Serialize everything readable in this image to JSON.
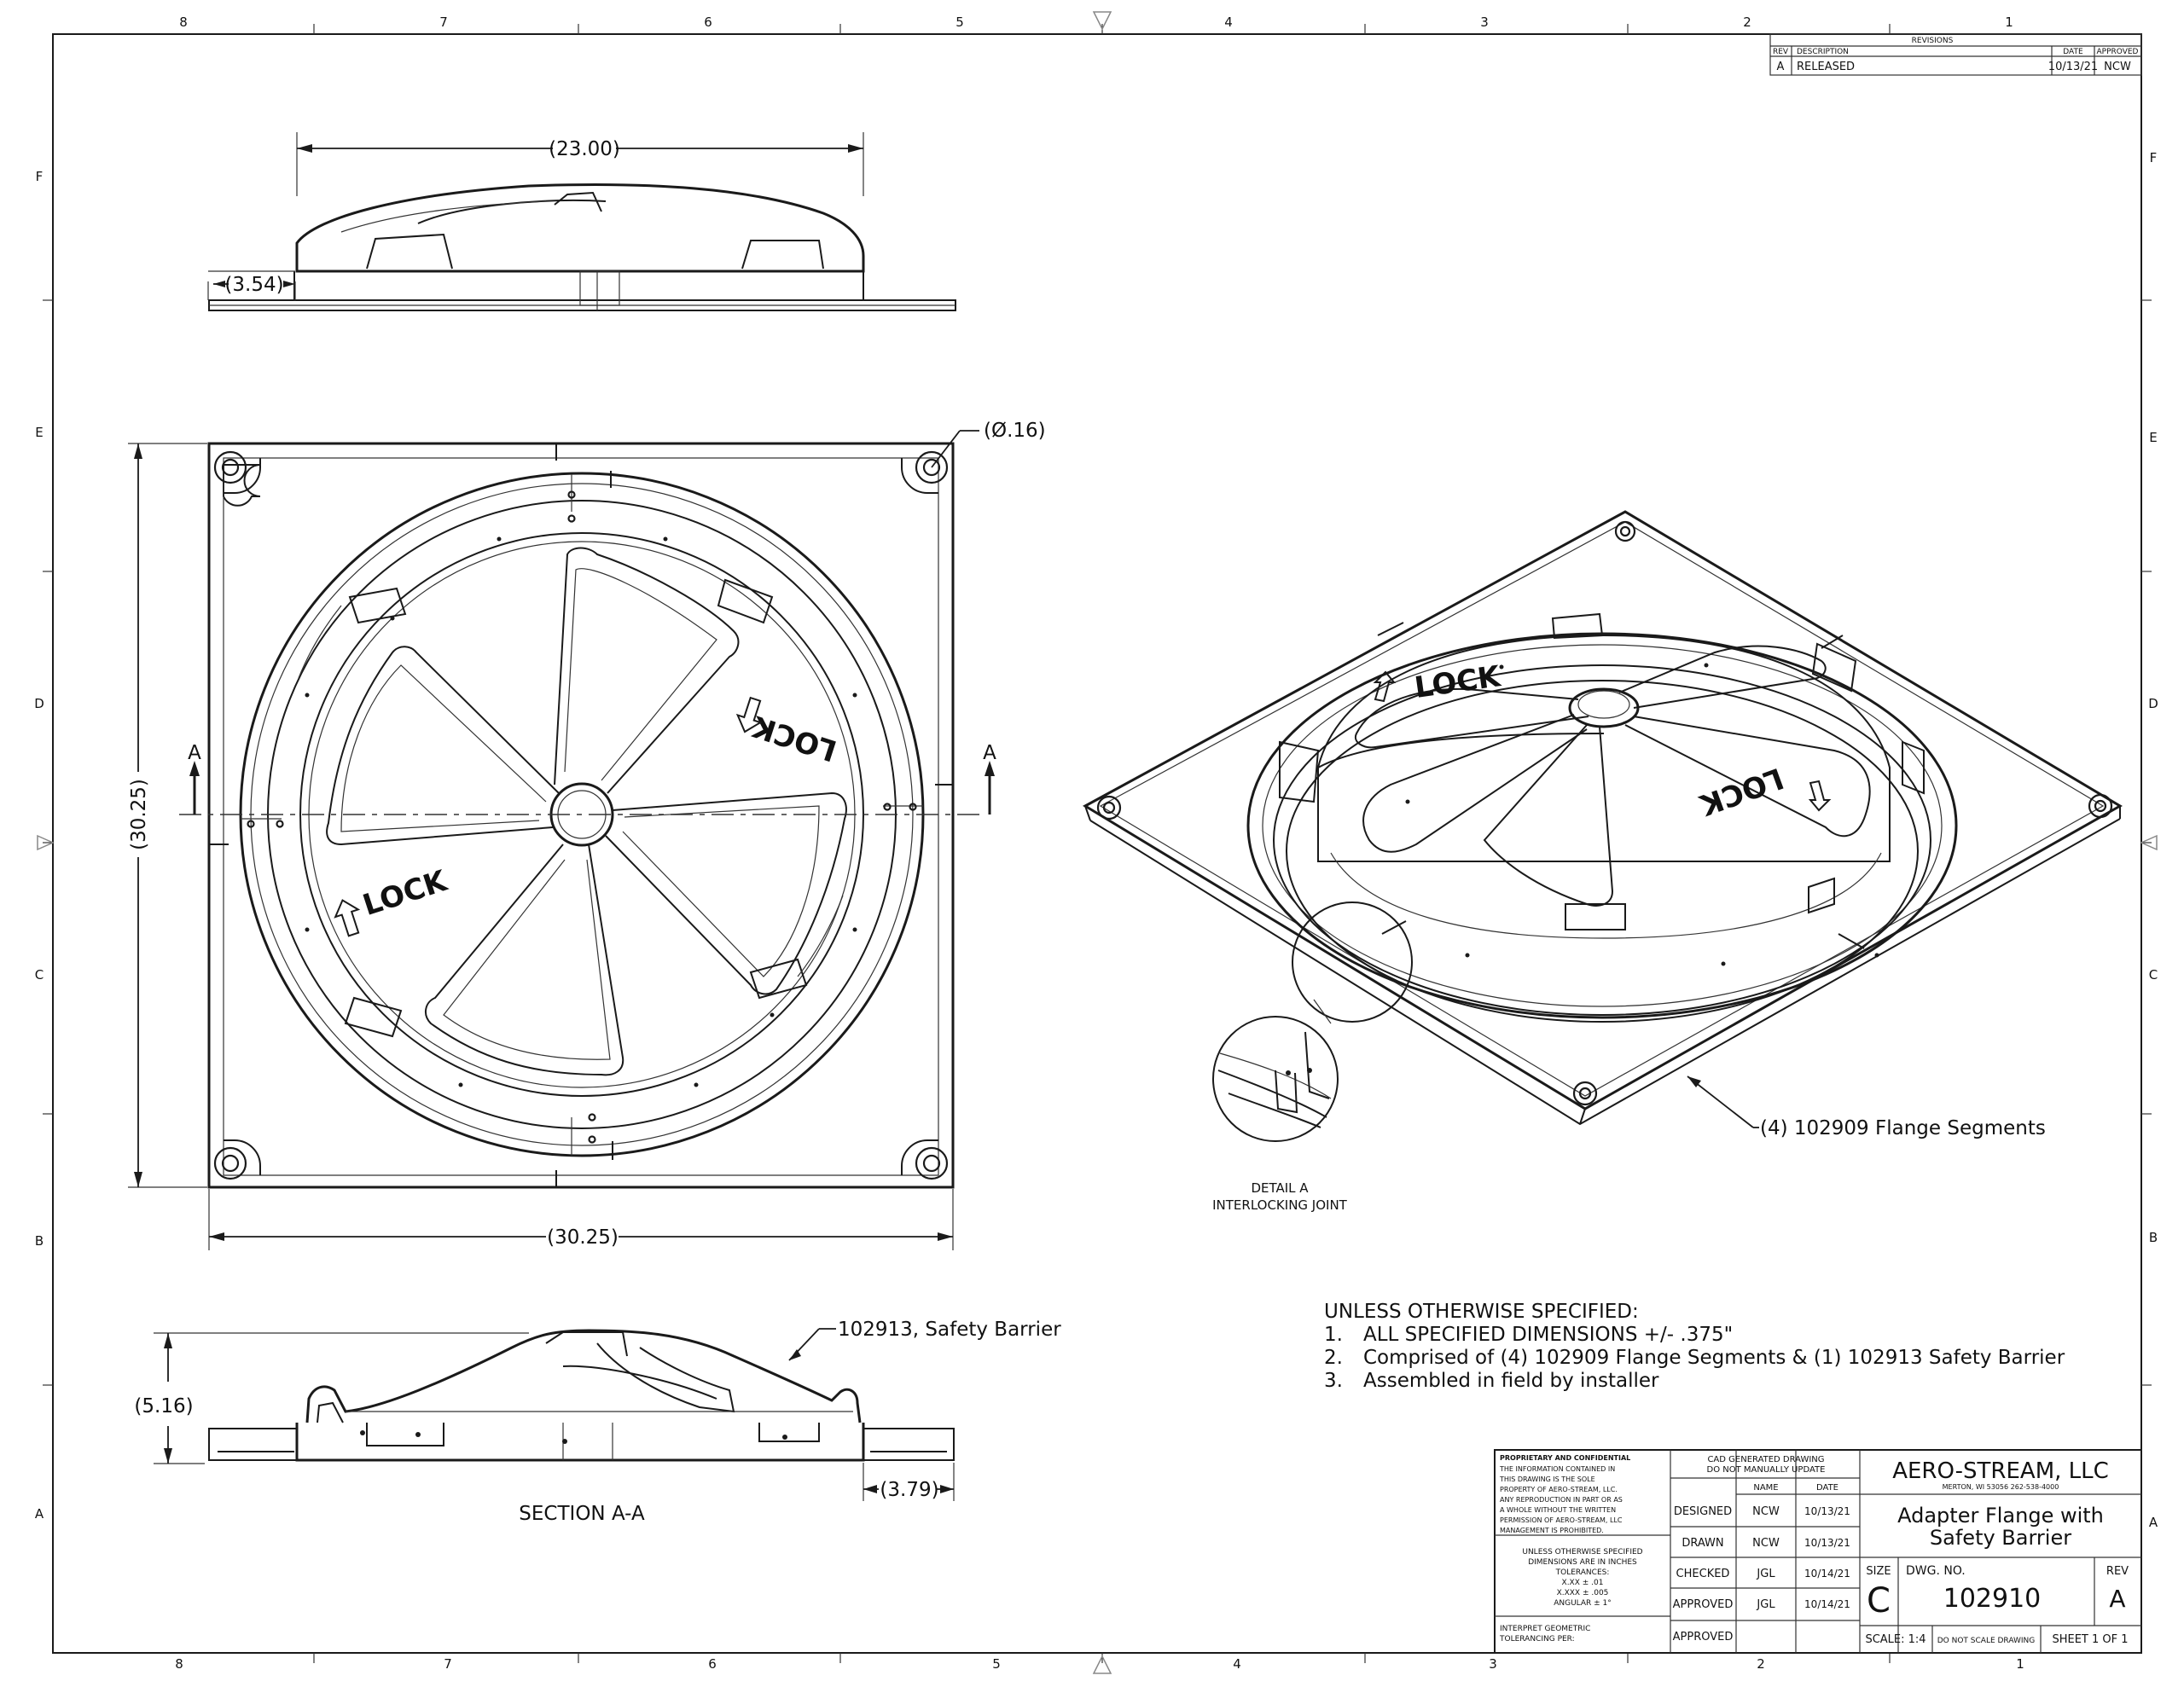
{
  "grid": {
    "cols_top": [
      "8",
      "7",
      "6",
      "5",
      "4",
      "3",
      "2",
      "1"
    ],
    "cols_bottom": [
      "8",
      "7",
      "6",
      "5",
      "4",
      "3",
      "2",
      "1"
    ],
    "rows": [
      "F",
      "E",
      "D",
      "C",
      "B",
      "A"
    ]
  },
  "revisions": {
    "title": "REVISIONS",
    "headers": [
      "REV",
      "DESCRIPTION",
      "DATE",
      "APPROVED"
    ],
    "rows": [
      {
        "rev": "A",
        "description": "RELEASED",
        "date": "10/13/21",
        "approved": "NCW"
      }
    ]
  },
  "dimensions": {
    "top_width": "23.00",
    "top_height": "3.54",
    "hole_diameter": ".16",
    "plan_height": "30.25",
    "plan_width": "30.25",
    "section_height": "5.16",
    "section_offset": "3.79"
  },
  "labels": {
    "section_marker": "A",
    "lock": "LOCK",
    "detail_title": "DETAIL A",
    "detail_subtitle": "INTERLOCKING JOINT",
    "flange_callout": "(4) 102909 Flange Segments",
    "barrier_callout": "102913, Safety Barrier",
    "section_title": "SECTION A-A"
  },
  "notes": {
    "heading": "UNLESS OTHERWISE SPECIFIED:",
    "items": [
      {
        "num": "1.",
        "text": "ALL SPECIFIED DIMENSIONS +/- .375\""
      },
      {
        "num": "2.",
        "text": "Comprised of (4) 102909 Flange Segments & (1) 102913 Safety Barrier"
      },
      {
        "num": "3.",
        "text": "Assembled in field by installer"
      }
    ]
  },
  "title_block": {
    "proprietary_title": "PROPRIETARY AND CONFIDENTIAL",
    "proprietary_lines": [
      "THE INFORMATION CONTAINED IN",
      "THIS DRAWING IS THE SOLE",
      "PROPERTY OF AERO-STREAM, LLC.",
      "ANY REPRODUCTION IN PART OR AS",
      "A WHOLE WITHOUT THE WRITTEN",
      "PERMISSION OF AERO-STREAM, LLC",
      "MANAGEMENT IS PROHIBITED."
    ],
    "tolerance_lines": [
      "UNLESS OTHERWISE SPECIFIED",
      "DIMENSIONS ARE IN INCHES",
      "TOLERANCES:",
      "X.XX  ± .01",
      "X.XXX  ± .005",
      "ANGULAR ± 1°"
    ],
    "gdt_lines": [
      "INTERPRET GEOMETRIC",
      "TOLERANCING PER:"
    ],
    "cad_note": [
      "CAD GENERATED DRAWING",
      "DO NOT MANUALLY UPDATE"
    ],
    "col_name": "NAME",
    "col_date": "DATE",
    "sign_rows": [
      {
        "role": "DESIGNED",
        "name": "NCW",
        "date": "10/13/21"
      },
      {
        "role": "DRAWN",
        "name": "NCW",
        "date": "10/13/21"
      },
      {
        "role": "CHECKED",
        "name": "JGL",
        "date": "10/14/21"
      },
      {
        "role": "APPROVED",
        "name": "JGL",
        "date": "10/14/21"
      },
      {
        "role": "APPROVED",
        "name": "",
        "date": ""
      }
    ],
    "company": "AERO-STREAM, LLC",
    "address": "MERTON, WI 53056 262-538-4000",
    "title_line1": "Adapter Flange with",
    "title_line2": "Safety Barrier",
    "size_label": "SIZE",
    "size": "C",
    "dwg_label": "DWG. NO.",
    "dwg_no": "102910",
    "rev_label": "REV",
    "rev": "A",
    "scale": "SCALE: 1:4",
    "do_not_scale": "DO NOT SCALE DRAWING",
    "sheet": "SHEET 1 OF 1"
  }
}
